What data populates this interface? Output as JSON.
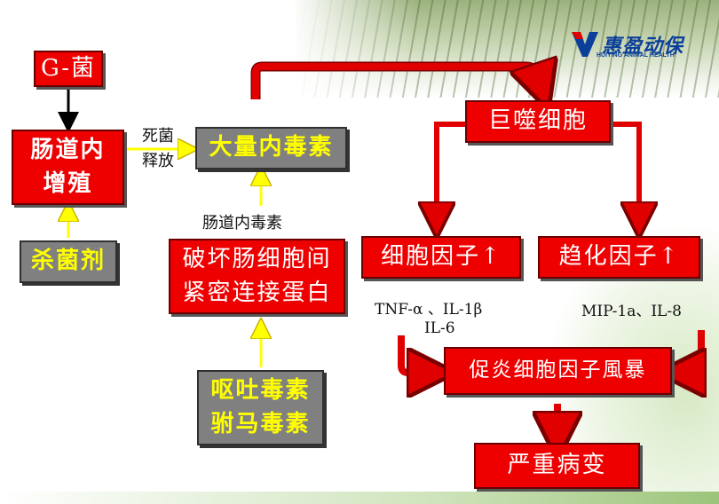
{
  "logo": {
    "name": "惠盈动保",
    "subtitle": "HUIYING ANIMAL HEALTH"
  },
  "nodes": {
    "g_bacteria": "G-菌",
    "intestinal_proliferation_l1": "肠道内",
    "intestinal_proliferation_l2": "增殖",
    "bactericide": "杀菌剂",
    "mass_endotoxin": "大量内毒素",
    "destroy_junction_l1": "破坏肠细胞间",
    "destroy_junction_l2": "紧密连接蛋白",
    "emetic_toxin_l1": "呕吐毒素",
    "emetic_toxin_l2": "驸马毒素",
    "macrophage": "巨噬细胞",
    "cytokine_up": "细胞因子↑",
    "chemokine_up": "趋化因子↑",
    "proinflammatory_storm": "促炎细胞因子風暴",
    "severe_lesion": "严重病变"
  },
  "labels": {
    "dead_bacteria_l1": "死菌",
    "dead_bacteria_l2": "释放",
    "intestinal_endotoxin": "肠道内毒素",
    "tnf_il1": "TNF-α 、IL-1β",
    "il6": "IL-6",
    "mip_il8": "MIP-1a、IL-8"
  },
  "colors": {
    "red_box": "#ee0000",
    "grey_box": "#808080",
    "yellow_text": "#ffff00",
    "yellow_arrow": "#ffff00",
    "red_arrow": "#e00000",
    "logo_blue": "#0a3f9a"
  }
}
